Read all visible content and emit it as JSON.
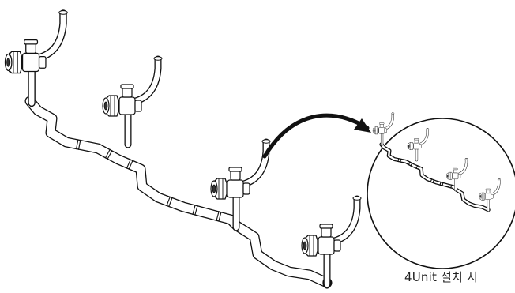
{
  "caption": "4Unit 설치 시",
  "colors": {
    "line": "#111111",
    "fill": "#ffffff"
  },
  "units": [
    {
      "name": "branch-unit-1"
    },
    {
      "name": "branch-unit-2"
    },
    {
      "name": "branch-unit-3"
    },
    {
      "name": "branch-unit-4"
    }
  ]
}
